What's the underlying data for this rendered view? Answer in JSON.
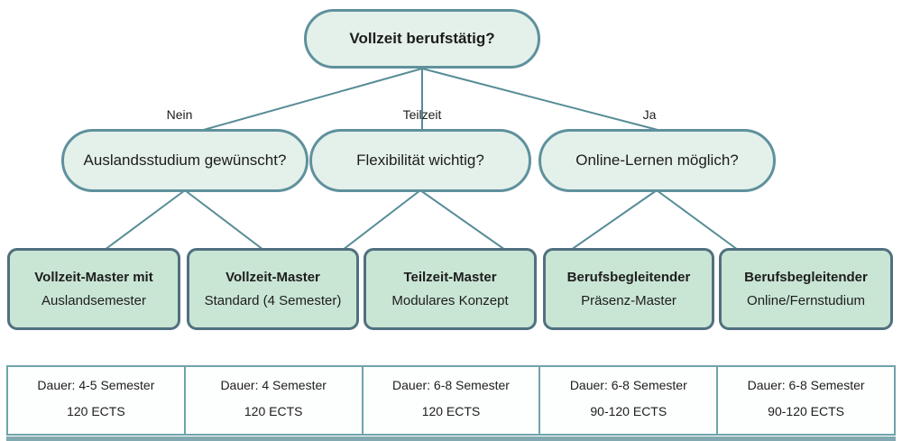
{
  "diagram": {
    "root_label": "Vollzeit berufstätig?",
    "branch_labels": [
      "Nein",
      "Teilzeit",
      "Ja"
    ],
    "questions": [
      {
        "label": "Auslandsstudium gewünscht?"
      },
      {
        "label": "Flexibilität wichtig?"
      },
      {
        "label": "Online-Lernen möglich?"
      }
    ],
    "outcomes": [
      {
        "title": "Vollzeit-Master mit",
        "subtitle": "Auslandsemester"
      },
      {
        "title": "Vollzeit-Master",
        "subtitle": "Standard (4 Semester)"
      },
      {
        "title": "Teilzeit-Master",
        "subtitle": "Modulares Konzept"
      },
      {
        "title": "Berufsbegleitender",
        "subtitle": "Präsenz-Master"
      },
      {
        "title": "Berufsbegleitender",
        "subtitle": "Online/Fernstudium"
      }
    ],
    "details": [
      {
        "duration": "Dauer: 4-5 Semester",
        "ects": "120 ECTS"
      },
      {
        "duration": "Dauer: 4 Semester",
        "ects": "120 ECTS"
      },
      {
        "duration": "Dauer: 6-8 Semester",
        "ects": "120 ECTS"
      },
      {
        "duration": "Dauer: 6-8 Semester",
        "ects": "90-120 ECTS"
      },
      {
        "duration": "Dauer: 6-8 Semester",
        "ects": "90-120 ECTS"
      }
    ]
  },
  "colors": {
    "question_fill": "#e4f1ea",
    "question_border": "#5f919d",
    "outcome_fill": "#c9e5d4",
    "outcome_border": "#50707f",
    "connector": "#578c97",
    "table_border": "#6fa3aa",
    "footer_bar": "#82a9af",
    "text": "#1d1d1d"
  }
}
